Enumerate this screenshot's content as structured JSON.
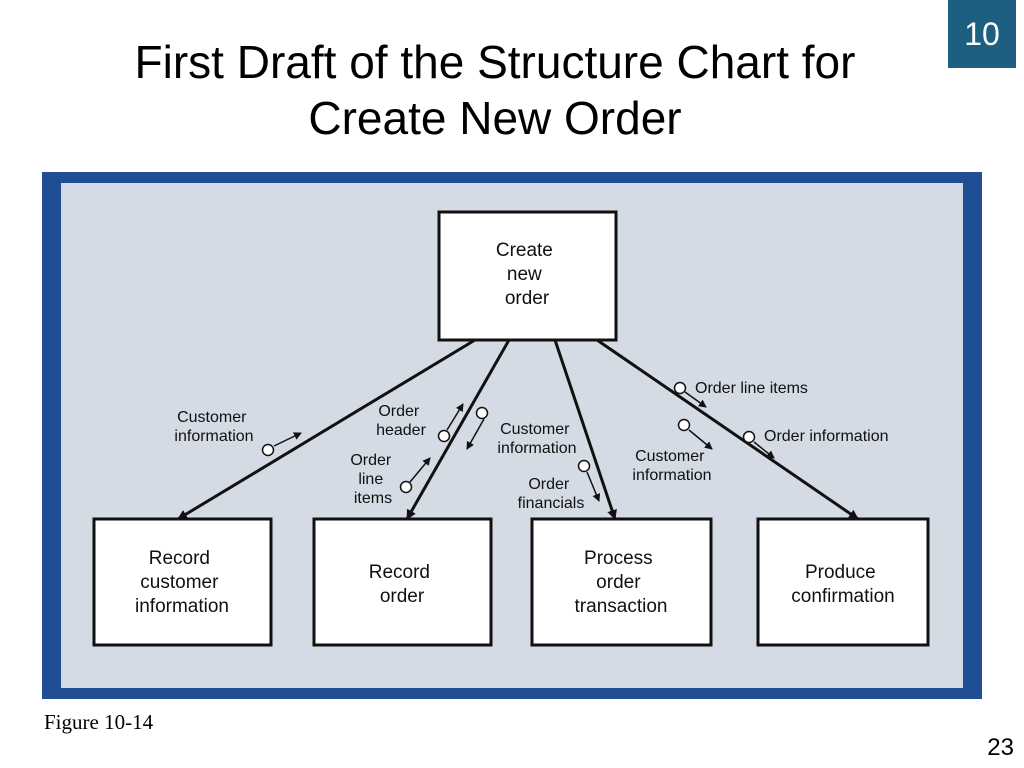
{
  "slide": {
    "title_lines": [
      "First Draft of the Structure Chart for",
      "Create New Order"
    ],
    "chapter_badge": "10",
    "figure_caption": "Figure 10-14",
    "page_number": "23"
  },
  "diagram": {
    "modules": {
      "root": [
        "Create",
        "new",
        "order"
      ],
      "record_customer": [
        "Record",
        "customer",
        "information"
      ],
      "record_order": [
        "Record",
        "order"
      ],
      "process_order": [
        "Process",
        "order",
        "transaction"
      ],
      "produce_confirmation": [
        "Produce",
        "confirmation"
      ]
    },
    "couples": {
      "customer_info_1": [
        "Customer",
        "information"
      ],
      "order_header": [
        "Order",
        "header"
      ],
      "order_line_items_1": [
        "Order",
        "line",
        "items"
      ],
      "customer_info_2": [
        "Customer",
        "information"
      ],
      "order_financials": [
        "Order",
        "financials"
      ],
      "order_line_items_2": [
        "Order line items"
      ],
      "customer_info_3": [
        "Customer",
        "information"
      ],
      "order_information": [
        "Order information"
      ]
    },
    "colors": {
      "frame": "#1f4e94",
      "panel": "#d4dbe4",
      "badge": "#1c5f80"
    }
  }
}
